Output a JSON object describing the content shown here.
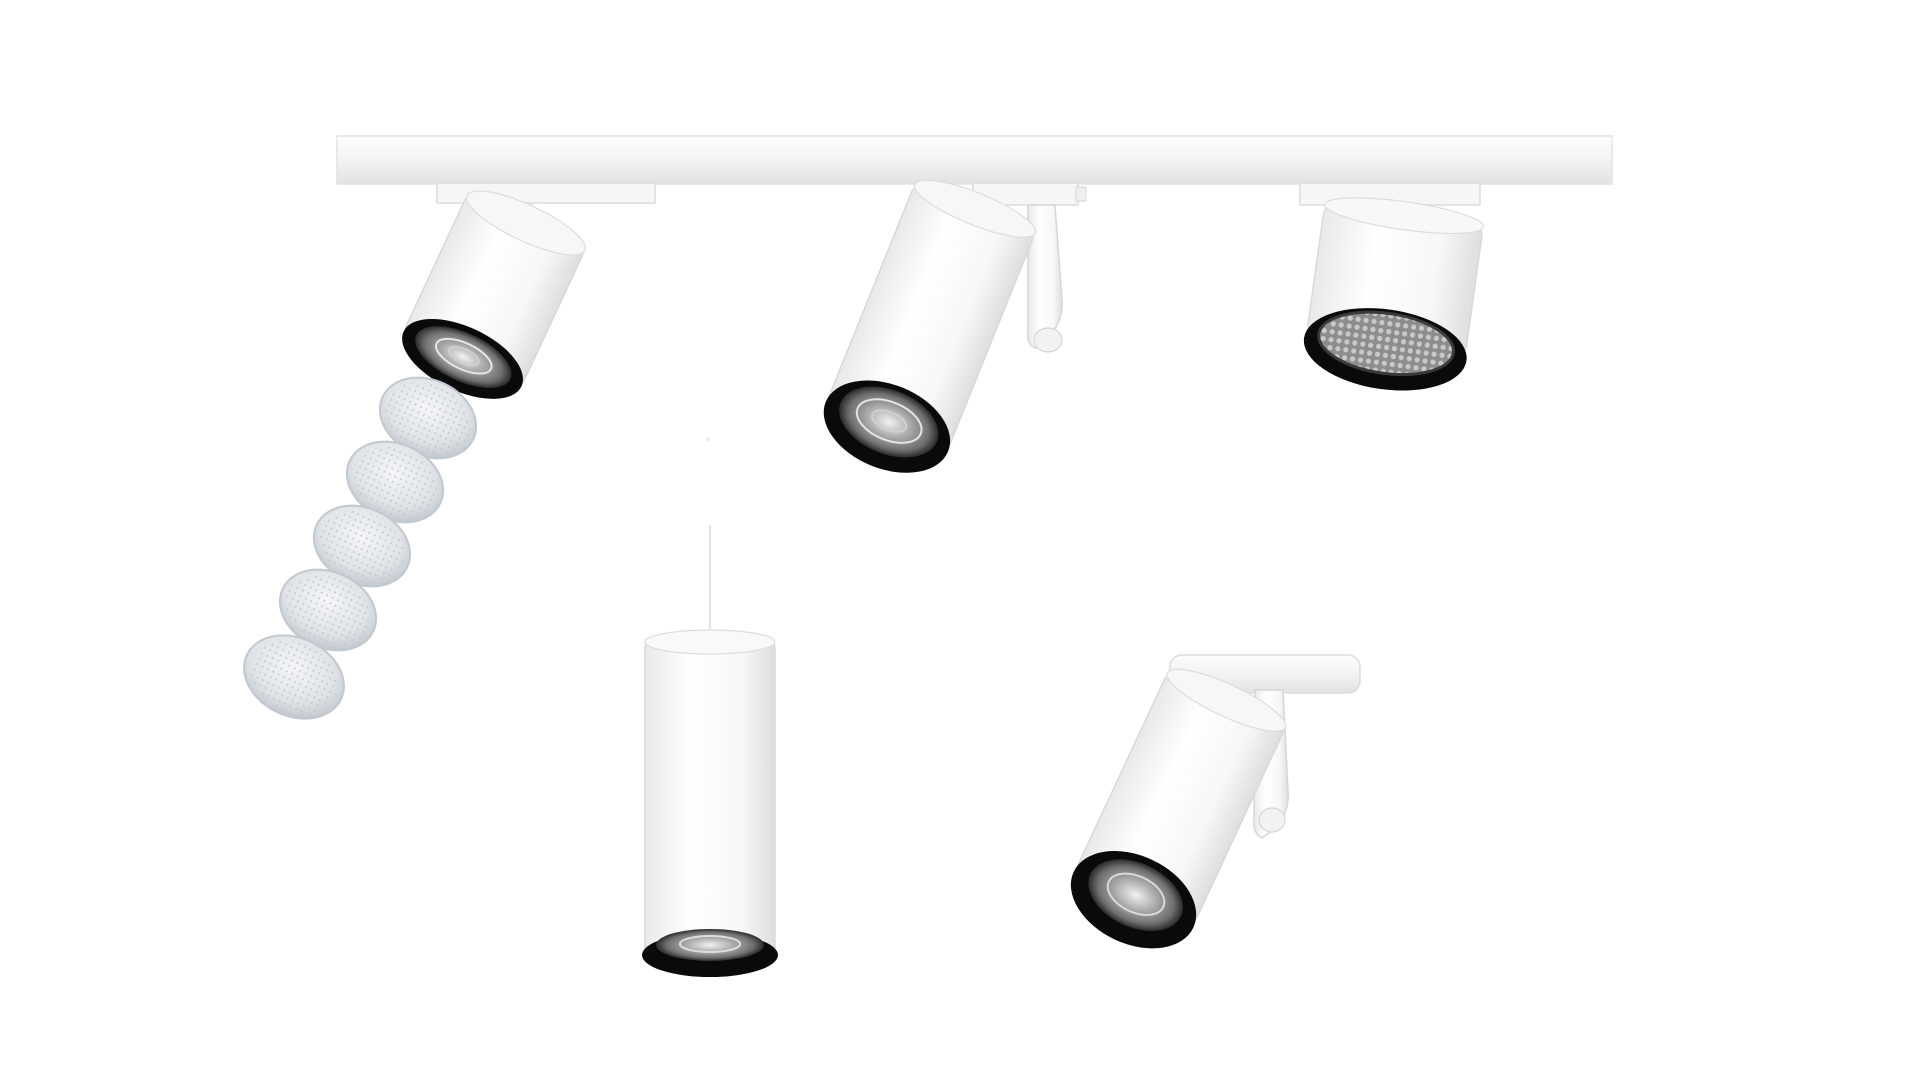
{
  "scene": {
    "background": "#ffffff",
    "product_color": "#ffffff",
    "interior_color": "#0a0a0a",
    "reflector_color": "#b8b8b8",
    "lens_tint": "#d8dde2"
  },
  "fixtures": [
    {
      "kind": "track-spotlight-with-lens-accessories"
    },
    {
      "kind": "track-spotlight-long-cylinder"
    },
    {
      "kind": "track-spotlight-wide-can"
    },
    {
      "kind": "pendant-cylinder"
    },
    {
      "kind": "surface-mounted-spotlight"
    }
  ]
}
